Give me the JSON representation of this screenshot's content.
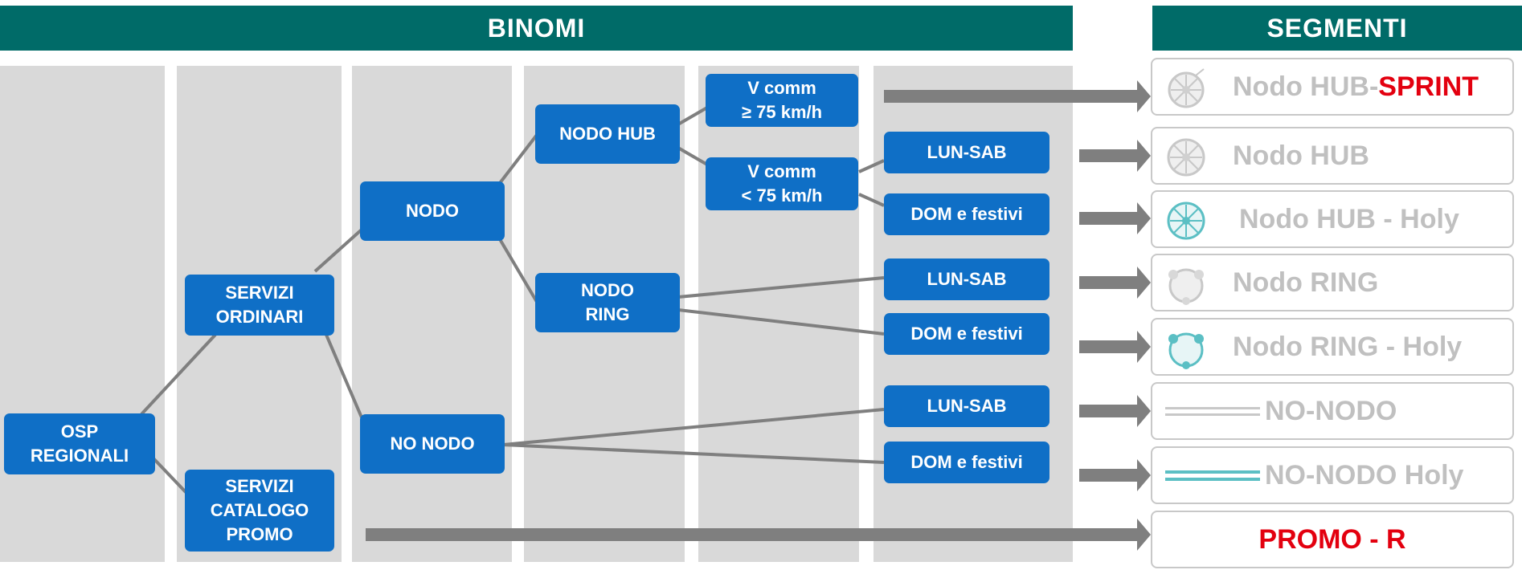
{
  "headers": {
    "binomi": "BINOMI",
    "segmenti": "SEGMENTI"
  },
  "colors": {
    "header": "#006b68",
    "node": "#0f6fc6",
    "column": "#d9d9d9",
    "arrow": "#7f7f7f",
    "accent_red": "#e3000f",
    "holy_teal": "#5bbfc4"
  },
  "nodes": {
    "osp": "OSP\nREGIONALI",
    "servizi_ordinari": "SERVIZI\nORDINARI",
    "servizi_catalogo": "SERVIZI\nCATALOGO\nPROMO",
    "nodo": "NODO",
    "no_nodo": "NO NODO",
    "nodo_hub": "NODO HUB",
    "nodo_ring": "NODO\nRING",
    "vcomm_ge": "V comm\n≥ 75 km/h",
    "vcomm_lt": "V comm\n< 75 km/h",
    "hub_lunsab": "LUN-SAB",
    "hub_dom": "DOM e festivi",
    "ring_lunsab": "LUN-SAB",
    "ring_dom": "DOM e festivi",
    "nonodo_lunsab": "LUN-SAB",
    "nonodo_dom": "DOM e festivi"
  },
  "segments": [
    {
      "label": "Nodo HUB-",
      "label_accent": "SPRINT",
      "icon": "hub-sprint-icon"
    },
    {
      "label": "Nodo HUB",
      "icon": "hub-icon"
    },
    {
      "label": "Nodo HUB -  Holy",
      "icon": "hub-holy-icon"
    },
    {
      "label": "Nodo RING",
      "icon": "ring-icon"
    },
    {
      "label": "Nodo RING - Holy",
      "icon": "ring-holy-icon"
    },
    {
      "label": "NO-NODO",
      "icon": "no-nodo-line-icon"
    },
    {
      "label": "NO-NODO Holy",
      "icon": "no-nodo-holy-line-icon"
    },
    {
      "label": "PROMO - R"
    }
  ]
}
